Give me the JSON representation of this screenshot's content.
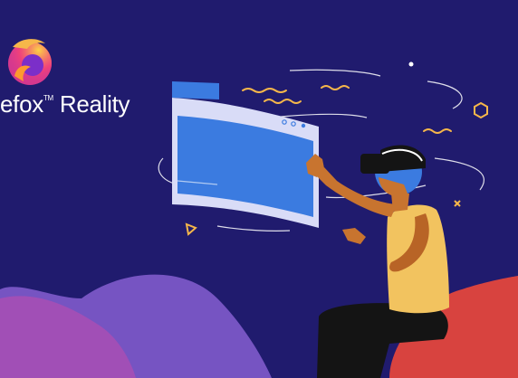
{
  "brand": {
    "wordmark_part": "efox",
    "trademark": "TM",
    "product": "Reality"
  },
  "colors": {
    "background": "#201b6e",
    "screen_blue": "#3b7be0",
    "frame_light": "#d9dcf7",
    "skin": "#c8742f",
    "shirt": "#f2c35f",
    "accent_orange": "#f6b74a",
    "blob_purple": "#6b4fb3",
    "blob_red": "#d94040"
  },
  "icons": [
    "firefox-logo-icon",
    "vr-headset-icon"
  ]
}
